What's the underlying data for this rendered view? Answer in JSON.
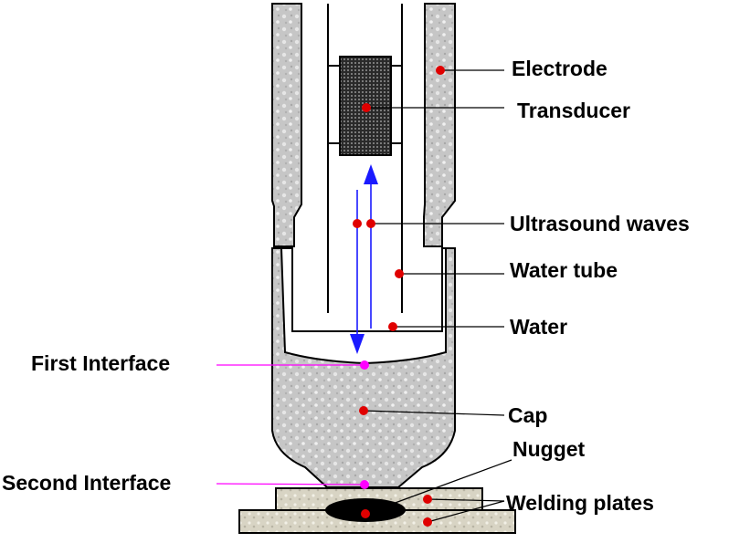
{
  "labels": {
    "electrode": "Electrode",
    "transducer": "Transducer",
    "ultrasound_waves": "Ultrasound waves",
    "water_tube": "Water tube",
    "water": "Water",
    "first_interface": "First Interface",
    "cap": "Cap",
    "nugget": "Nugget",
    "second_interface": "Second Interface",
    "welding_plates": "Welding plates"
  },
  "colors": {
    "marker": "#e00000",
    "interface_marker": "#ff00ff",
    "wave_arrow": "#1a1aff",
    "metal_fill": "#c4c4c4",
    "outline": "#000000"
  }
}
